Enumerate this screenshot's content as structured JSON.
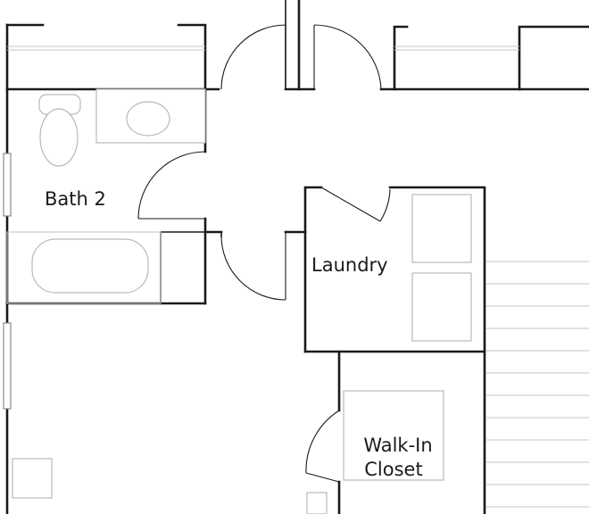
{
  "rooms": {
    "bath": {
      "label": "Bath 2"
    },
    "laundry": {
      "label": "Laundry"
    },
    "closet": {
      "label_line1": "Walk-In",
      "label_line2": "Closet"
    }
  }
}
